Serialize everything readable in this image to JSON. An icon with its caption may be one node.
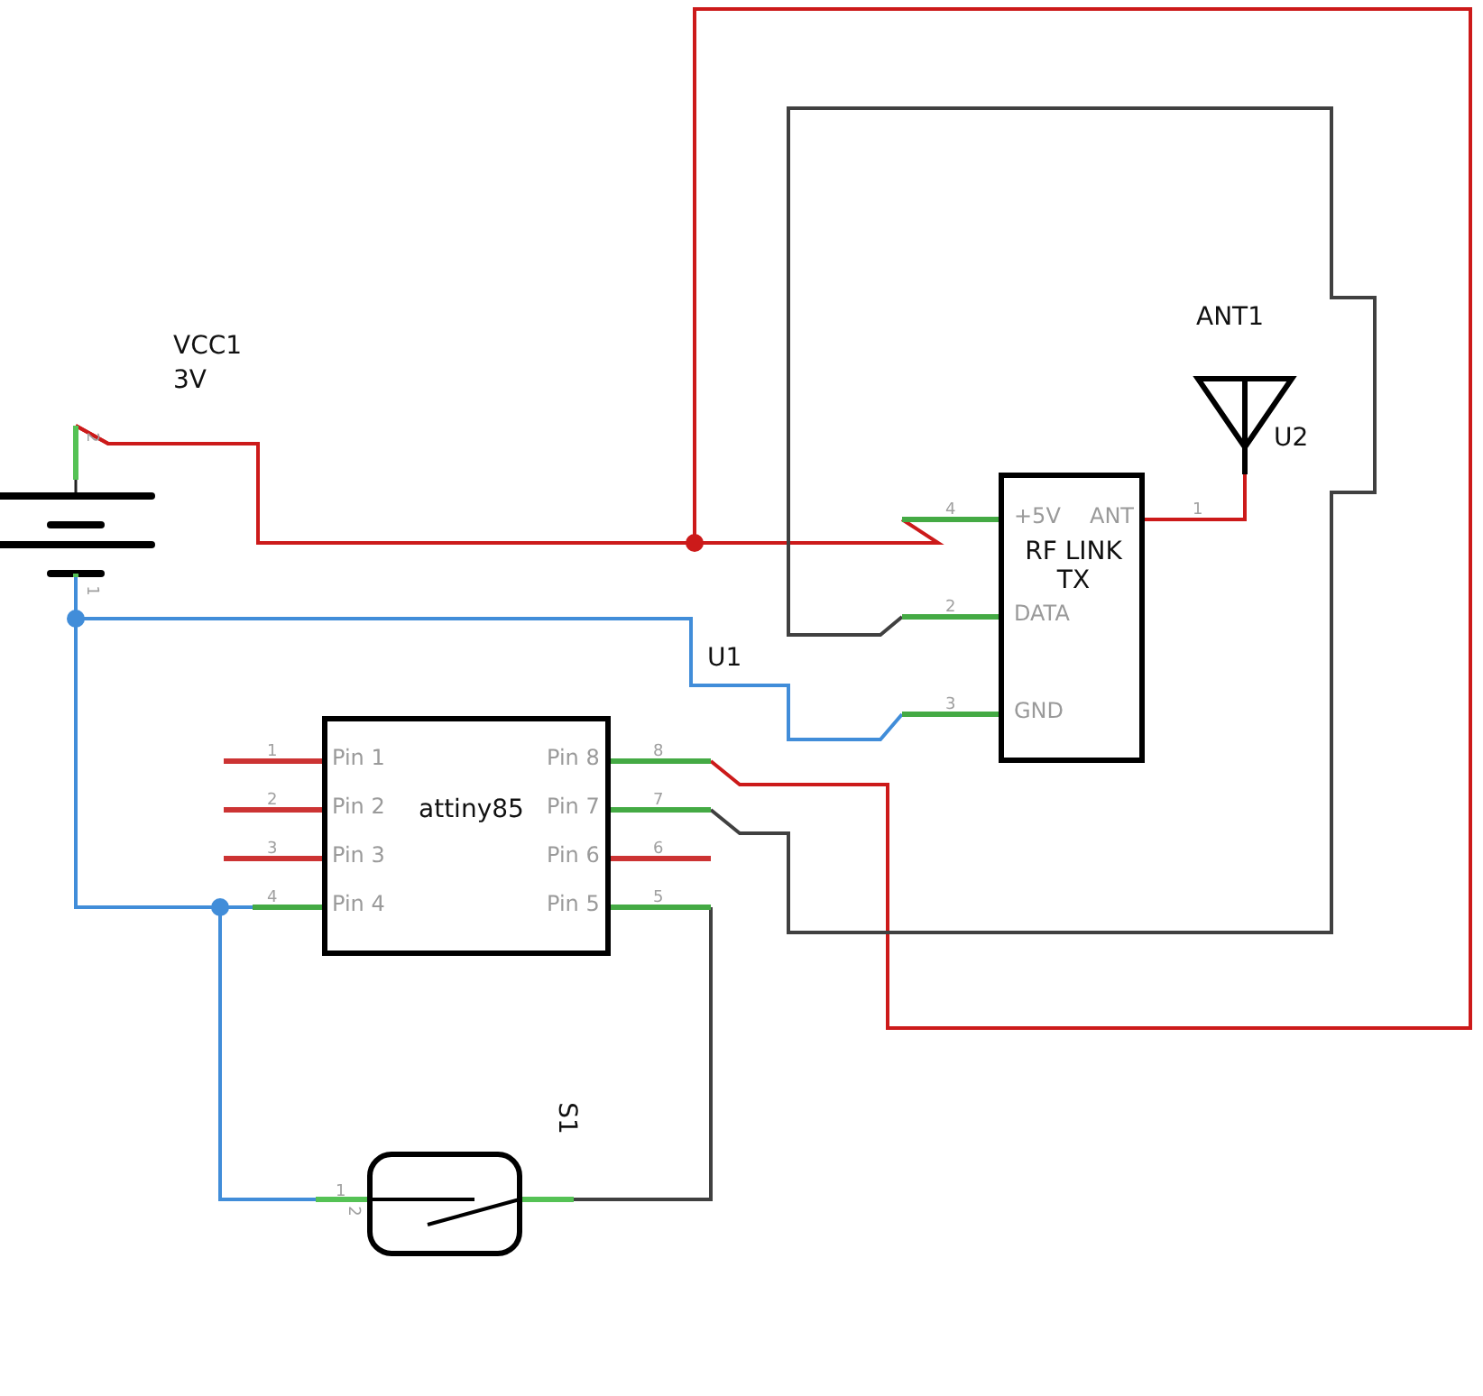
{
  "diagram": {
    "nodes": [
      {
        "text": [],
        "shape": "picture",
        "beside": [
          "VCC1",
          "3V"
        ]
      },
      {
        "text": [
          "attiny85",
          "Pin 1",
          "Pin 2",
          "Pin 3",
          "Pin 4",
          "Pin 8",
          "Pin 7",
          "Pin 6",
          "Pin 5"
        ]
      },
      {
        "text": [
          "+5V",
          "ANT",
          "RF LINK TX",
          "DATA",
          "GND"
        ]
      },
      {
        "text": [],
        "shape": "picture",
        "beside": [
          "ANT1"
        ]
      },
      {
        "text": [],
        "shape": "picture",
        "beside": [
          "S1",
          "1",
          "2"
        ]
      }
    ],
    "edges": [
      {
        "from": 0,
        "to": 2,
        "arrow": "none",
        "color": "#cc1a1a"
      },
      {
        "from": 0,
        "to": 1,
        "arrow": "none",
        "color": "#cc1a1a"
      },
      {
        "from": 0,
        "to": 2,
        "arrow": "none",
        "color": "#418dd9"
      },
      {
        "from": 0,
        "to": 1,
        "arrow": "none",
        "color": "#418dd9"
      },
      {
        "from": 0,
        "to": 4,
        "arrow": "none",
        "color": "#418dd9"
      },
      {
        "from": 1,
        "to": 2,
        "arrow": "none",
        "color": "#404040"
      },
      {
        "from": 1,
        "to": 4,
        "arrow": "none",
        "color": "#404040"
      },
      {
        "from": 2,
        "to": 3,
        "arrow": "none",
        "color": "#cc1a1a"
      }
    ],
    "labels": [
      "2",
      "U2",
      "4",
      "1",
      "1",
      "2",
      "U1",
      "3",
      "1",
      "8",
      "2",
      "7",
      "3",
      "6",
      "4",
      "5"
    ]
  }
}
